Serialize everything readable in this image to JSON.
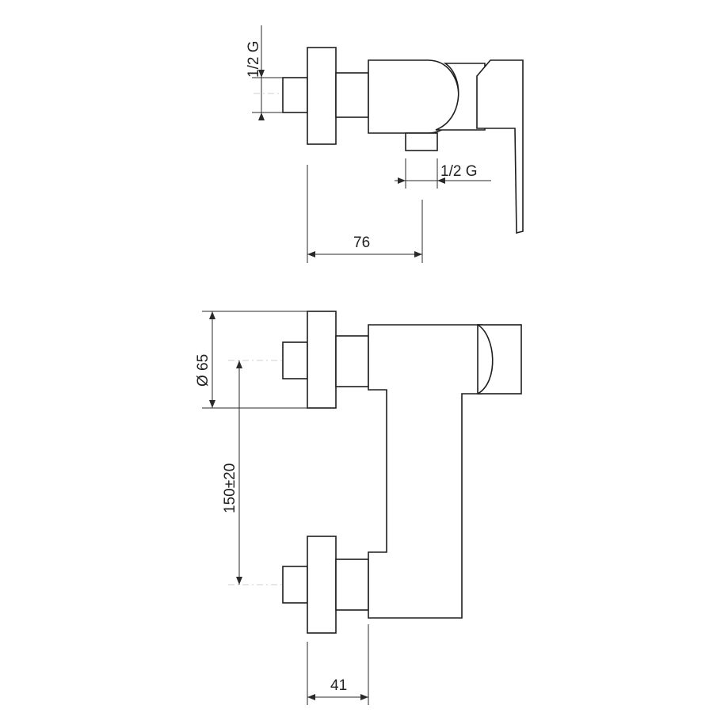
{
  "dimensions": {
    "top_inlet_thread": "1/2 G",
    "outlet_thread": "1/2 G",
    "depth": "76",
    "diameter": "Ø 65",
    "center_distance": "150±20",
    "wall_offset": "41"
  },
  "colors": {
    "line": "#1e1e1e",
    "dimension": "#2a2a2a",
    "centerline": "#cfcfcf",
    "background": "#ffffff"
  }
}
